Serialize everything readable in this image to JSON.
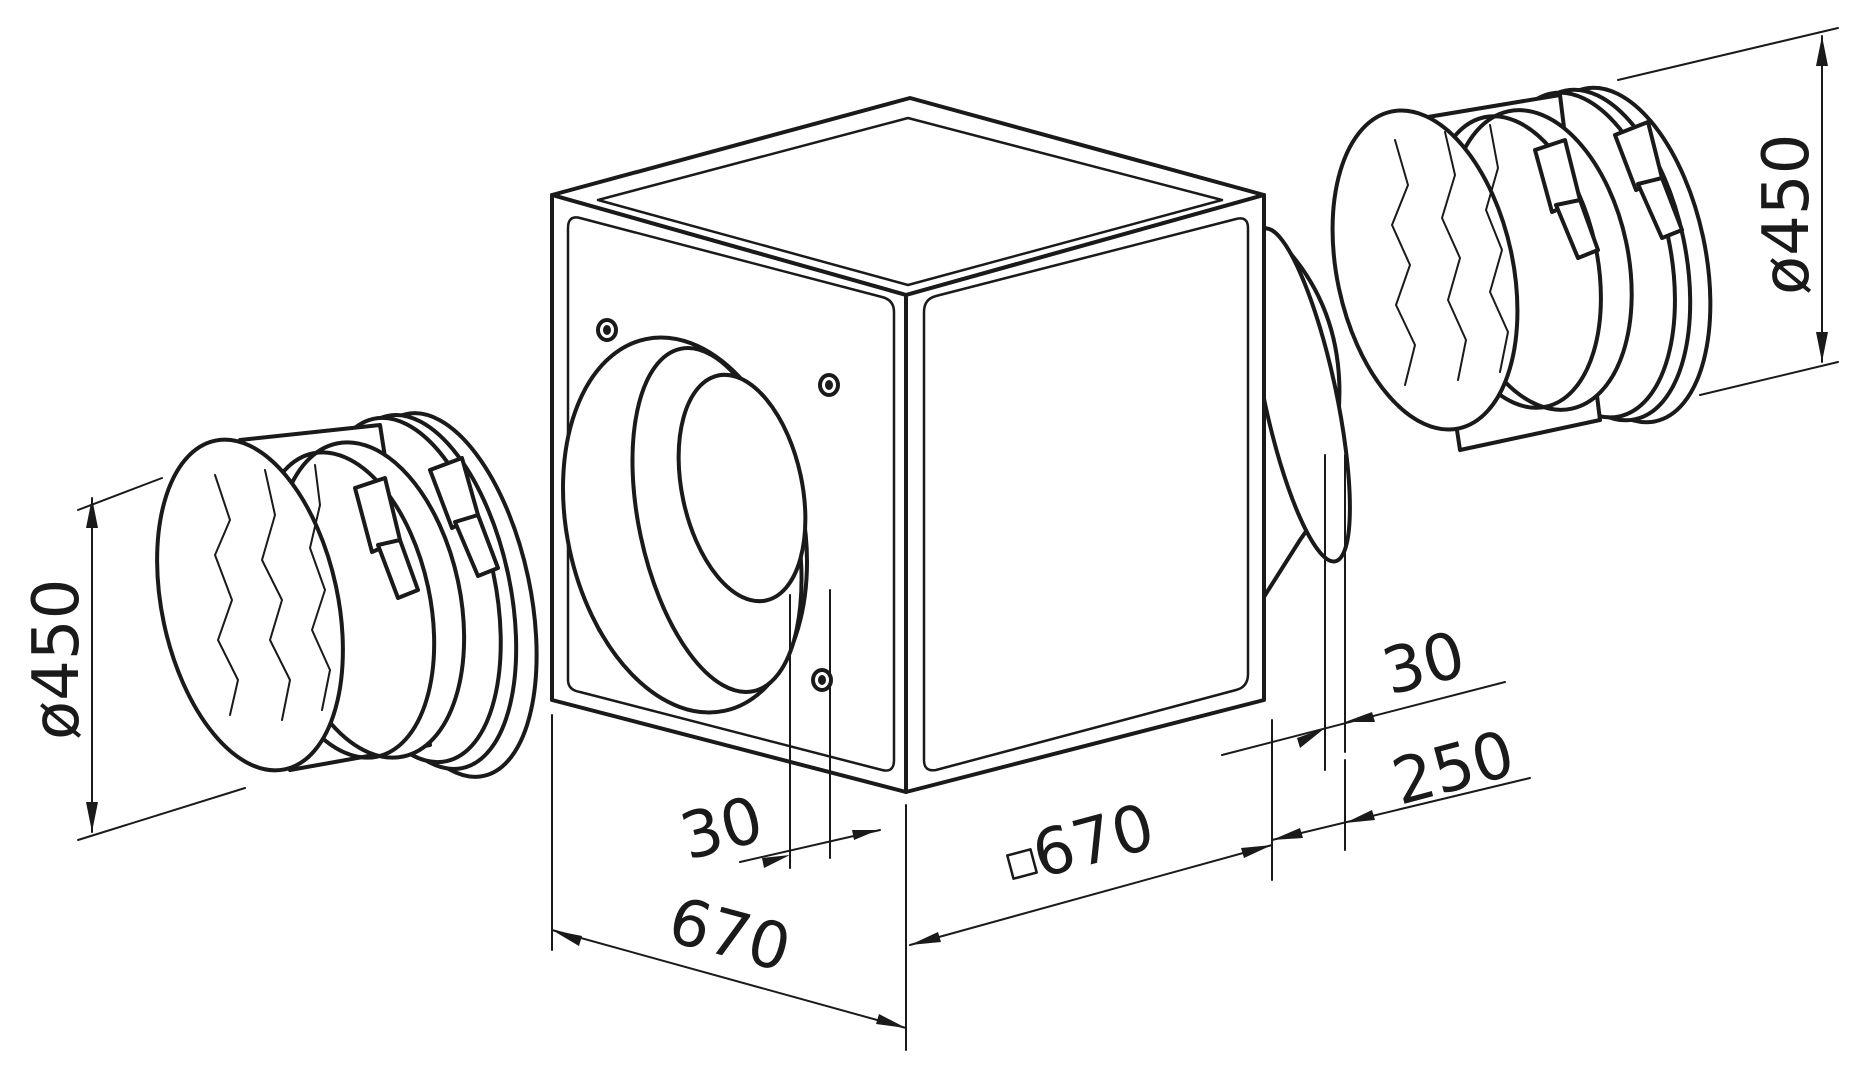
{
  "labels": {
    "dia_left": "ø450",
    "dia_right": "ø450",
    "flange_front": "30",
    "flange_back": "30",
    "side_square": "670",
    "depth_back": "250",
    "width_front": "670"
  },
  "colors": {
    "line": "#1a1a1a",
    "background": "#ffffff"
  }
}
